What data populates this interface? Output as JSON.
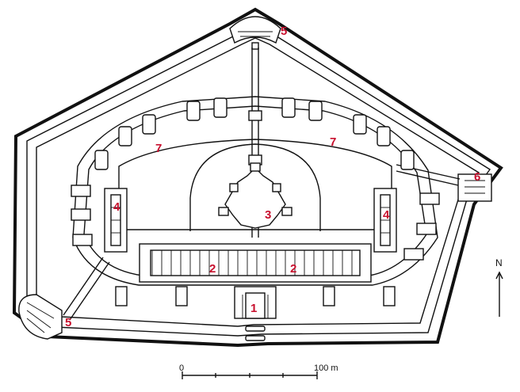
{
  "labels": {
    "casemates": "2",
    "citadel": "3",
    "barracks": "4",
    "caponier": "5",
    "bastion": "6",
    "traverse": "7",
    "gate": "1"
  },
  "scale": {
    "zero": "0",
    "end": "100 m"
  },
  "north": {
    "letter": "N"
  },
  "colors": {
    "label": "#c8102e",
    "ink": "#111111"
  }
}
